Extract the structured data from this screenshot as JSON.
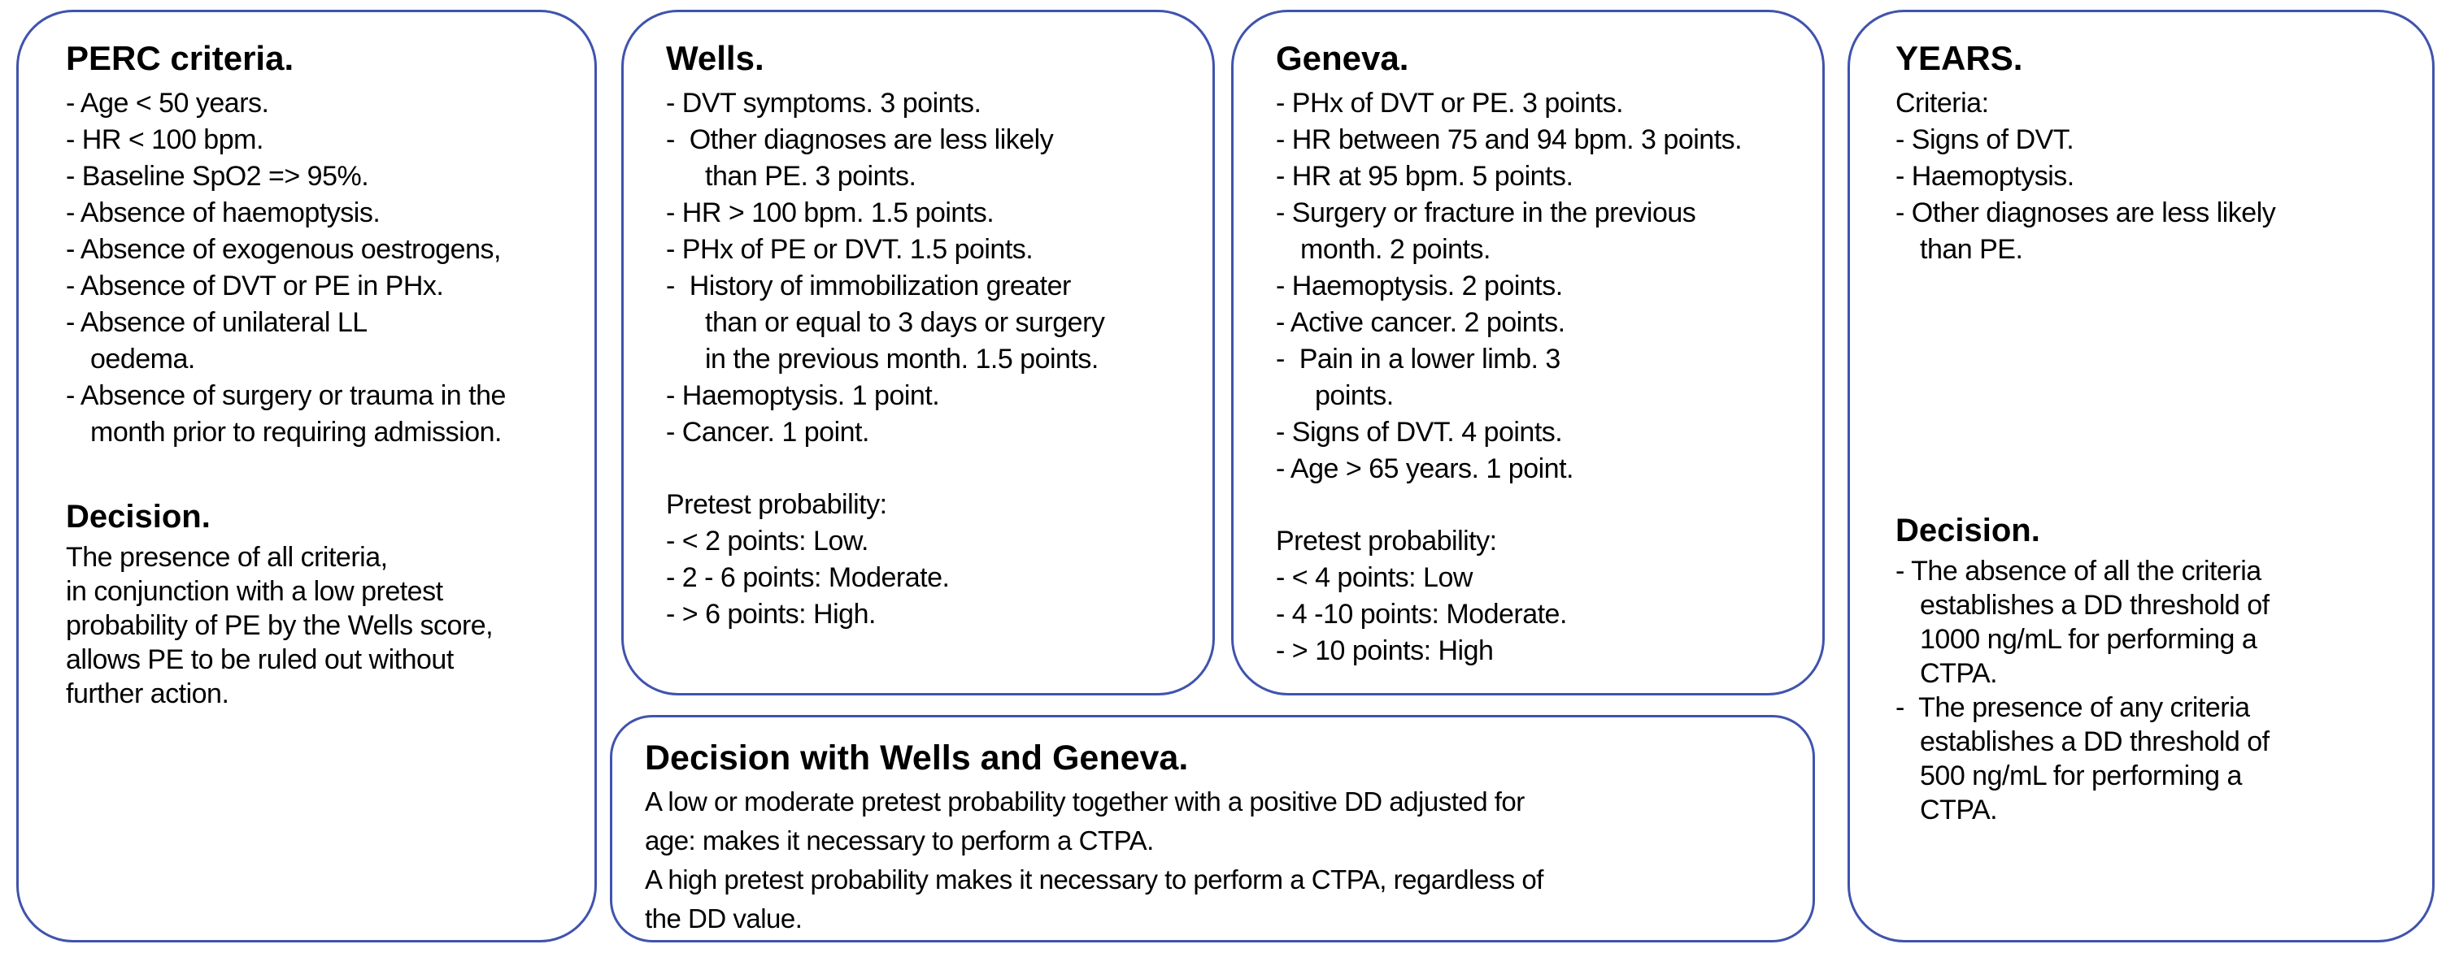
{
  "colors": {
    "box_border": "#4053ad",
    "text": "#000000",
    "background": "#ffffff"
  },
  "perc": {
    "title": "PERC criteria.",
    "items": [
      "- Age < 50 years.",
      "- HR < 100 bpm.",
      "- Baseline SpO2 => 95%.",
      "- Absence of haemoptysis.",
      "- Absence of exogenous oestrogens,",
      "- Absence of DVT or PE in PHx.",
      "- Absence of unilateral LL",
      "oedema.",
      "- Absence of surgery or trauma in the",
      "month prior to requiring admission."
    ],
    "decision_heading": "Decision.",
    "decision_lines": [
      "The presence of all criteria,",
      "in conjunction with a low pretest",
      "probability of PE by the Wells score,",
      "allows PE to be ruled out without",
      "further action."
    ]
  },
  "wells": {
    "title": "Wells.",
    "items": [
      "- DVT symptoms. 3 points.",
      "-  Other diagnoses are less likely",
      "than PE. 3 points.",
      "- HR > 100 bpm. 1.5 points.",
      "- PHx of PE or DVT. 1.5 points.",
      "-  History of immobilization greater",
      "than or equal to 3 days or surgery",
      "in the previous month. 1.5 points.",
      "- Haemoptysis. 1 point.",
      "- Cancer. 1 point."
    ],
    "pretest_heading": "Pretest probability:",
    "pretest_items": [
      "- < 2 points: Low.",
      "- 2 - 6 points: Moderate.",
      "- > 6 points: High."
    ]
  },
  "geneva": {
    "title": "Geneva.",
    "items": [
      "- PHx of DVT or PE. 3 points.",
      "- HR between 75 and 94 bpm. 3 points.",
      "- HR at 95 bpm. 5 points.",
      "- Surgery or fracture in the previous",
      "month. 2 points.",
      "- Haemoptysis. 2 points.",
      "- Active cancer. 2 points.",
      "-  Pain in a lower limb. 3",
      "points.",
      "- Signs of DVT. 4 points.",
      "- Age > 65 years. 1 point."
    ],
    "pretest_heading": "Pretest probability:",
    "pretest_items": [
      "- < 4 points: Low",
      "- 4 -10 points: Moderate.",
      "- > 10 points: High"
    ]
  },
  "years": {
    "title": "YEARS.",
    "criteria_heading": "Criteria:",
    "items": [
      "- Signs of DVT.",
      "- Haemoptysis.",
      "- Other diagnoses are less likely",
      "than PE."
    ],
    "decision_heading": "Decision.",
    "decision_items": [
      "- The absence of all the criteria",
      "establishes a DD threshold of",
      "1000 ng/mL for performing a",
      "CTPA.",
      "-  The presence of any criteria",
      "establishes a DD threshold of",
      "500 ng/mL for performing a",
      "CTPA."
    ]
  },
  "combined": {
    "title": "Decision with Wells and Geneva.",
    "lines": [
      "A low or moderate pretest probability together with a positive DD adjusted for",
      "age: makes it necessary to perform a CTPA.",
      "A high pretest probability makes it necessary to perform a CTPA, regardless of",
      "the DD value."
    ]
  }
}
